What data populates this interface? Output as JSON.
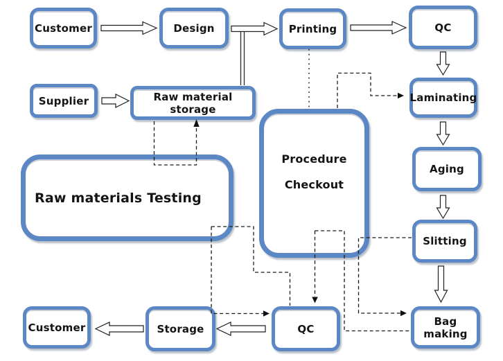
{
  "diagram": {
    "type": "flowchart",
    "nodes": {
      "customer_top": {
        "label": "Customer"
      },
      "design": {
        "label": "Design"
      },
      "printing": {
        "label": "Printing"
      },
      "qc_top": {
        "label": "QC"
      },
      "supplier": {
        "label": "Supplier"
      },
      "raw_material_storage": {
        "label": "Raw material storage"
      },
      "laminating": {
        "label": "Laminating"
      },
      "aging": {
        "label": "Aging"
      },
      "raw_materials_testing": {
        "label": "Raw materials Testing"
      },
      "procedure_checkout": {
        "label_line1": "Procedure",
        "label_line2": "Checkout"
      },
      "slitting": {
        "label": "Slitting"
      },
      "customer_bottom": {
        "label": "Customer"
      },
      "storage": {
        "label": "Storage"
      },
      "qc_bottom": {
        "label": "QC"
      },
      "bag_making": {
        "label": "Bag making"
      }
    },
    "edges": [
      {
        "from": "customer_top",
        "to": "design",
        "style": "hollow-arrow",
        "direction": "right"
      },
      {
        "from": "design",
        "to": "printing",
        "style": "hollow-arrow",
        "direction": "right"
      },
      {
        "from": "printing",
        "to": "qc_top",
        "style": "hollow-arrow",
        "direction": "right"
      },
      {
        "from": "qc_top",
        "to": "laminating",
        "style": "hollow-arrow",
        "direction": "down"
      },
      {
        "from": "laminating",
        "to": "aging",
        "style": "hollow-arrow",
        "direction": "down"
      },
      {
        "from": "aging",
        "to": "slitting",
        "style": "hollow-arrow",
        "direction": "down"
      },
      {
        "from": "slitting",
        "to": "bag_making",
        "style": "hollow-arrow",
        "direction": "down"
      },
      {
        "from": "supplier",
        "to": "raw_material_storage",
        "style": "hollow-arrow",
        "direction": "right"
      },
      {
        "from": "design",
        "to": "raw_material_storage",
        "style": "double-line",
        "direction": "down",
        "arrowhead": false
      },
      {
        "from": "storage",
        "to": "customer_bottom",
        "style": "hollow-arrow",
        "direction": "left"
      },
      {
        "from": "qc_bottom",
        "to": "storage",
        "style": "hollow-arrow",
        "direction": "left"
      },
      {
        "from": "raw_material_storage",
        "to": "raw_materials_testing",
        "style": "dashed",
        "note": "loop down into testing box and back up with arrow into storage"
      },
      {
        "from": "printing",
        "to": "procedure_checkout",
        "style": "dotted",
        "direction": "down",
        "arrowhead": false
      },
      {
        "from": "procedure_checkout",
        "to": "laminating",
        "style": "dashed",
        "arrowhead": true
      },
      {
        "from": "raw_materials_testing",
        "to": "qc_bottom",
        "style": "dashed",
        "arrowhead": true,
        "note": "branch into QC left side and QC top"
      },
      {
        "from": "procedure_checkout",
        "to": "qc_bottom",
        "style": "dashed",
        "arrowhead": true,
        "note": "arrow into QC top"
      },
      {
        "from": "procedure_checkout",
        "to": "bag_making",
        "style": "dashed",
        "arrowhead": false
      },
      {
        "from": "slitting",
        "to": "bag_making",
        "style": "dashed",
        "arrowhead": true
      }
    ]
  },
  "colors": {
    "box_border": "#5b87c5",
    "box_fill": "#ffffff",
    "text": "#141414",
    "connector": "#1f1f1f",
    "shadow": "#8c96a3",
    "background": "#ffffff"
  }
}
